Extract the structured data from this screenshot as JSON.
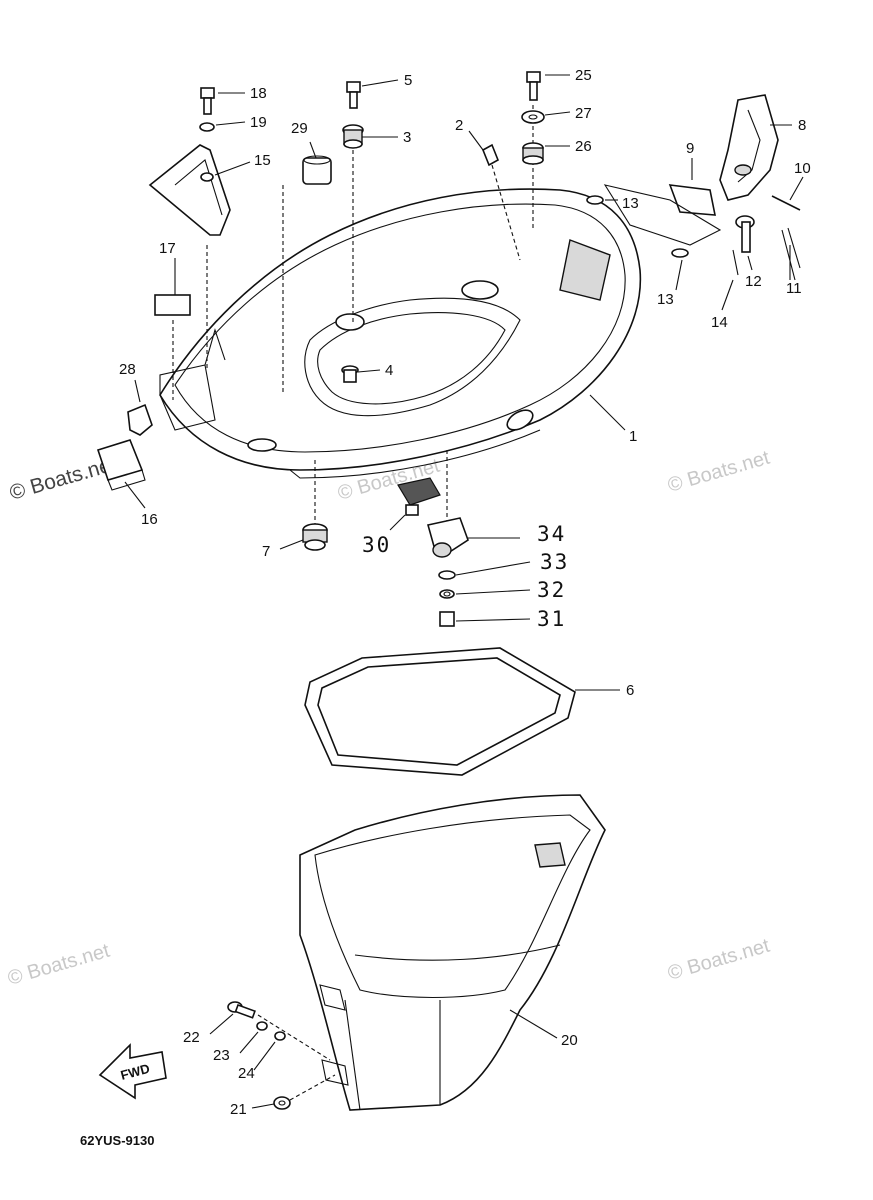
{
  "diagram": {
    "code": "62YUS-9130",
    "fwd_label": "FWD",
    "watermark_main": "© Boats.net",
    "watermark_faint": "© Boats.net",
    "callouts": {
      "p1": "1",
      "p2": "2",
      "p3": "3",
      "p4": "4",
      "p5": "5",
      "p6": "6",
      "p7": "7",
      "p8": "8",
      "p9": "9",
      "p10": "10",
      "p11": "11",
      "p12": "12",
      "p13a": "13",
      "p13b": "13",
      "p14": "14",
      "p15": "15",
      "p16": "16",
      "p17": "17",
      "p18": "18",
      "p19": "19",
      "p20": "20",
      "p21": "21",
      "p22": "22",
      "p23": "23",
      "p24": "24",
      "p25": "25",
      "p26": "26",
      "p27": "27",
      "p28": "28",
      "p29": "29",
      "p30": "30",
      "p31": "31",
      "p32": "32",
      "p33": "33",
      "p34": "34"
    }
  }
}
